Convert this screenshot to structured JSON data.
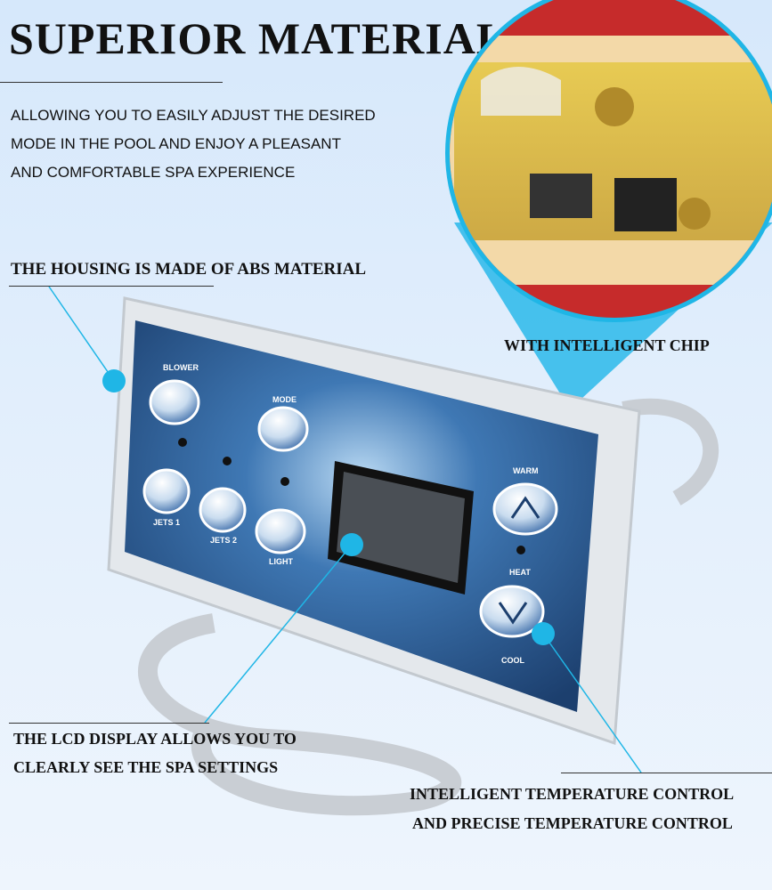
{
  "title": "SUPERIOR MATERIAL",
  "description": [
    "ALLOWING YOU TO EASILY ADJUST THE DESIRED",
    "MODE IN THE POOL AND ENJOY A PLEASANT",
    "AND COMFORTABLE SPA EXPERIENCE"
  ],
  "callouts": {
    "housing": "THE HOUSING IS MADE OF ABS MATERIAL",
    "chip": "WITH INTELLIGENT CHIP",
    "lcd": [
      "THE LCD DISPLAY ALLOWS YOU TO",
      "CLEARLY SEE THE SPA SETTINGS"
    ],
    "temp": [
      "INTELLIGENT TEMPERATURE CONTROL",
      "AND PRECISE TEMPERATURE CONTROL"
    ]
  },
  "panel_buttons": {
    "blower": "BLOWER",
    "mode": "MODE",
    "jets1": "JETS 1",
    "jets2": "JETS 2",
    "light": "LIGHT",
    "warm": "WARM",
    "heat": "HEAT",
    "cool": "COOL"
  },
  "colors": {
    "accent": "#1fb6e6",
    "panel": "#1f4f86",
    "background": "#dbeafb"
  }
}
